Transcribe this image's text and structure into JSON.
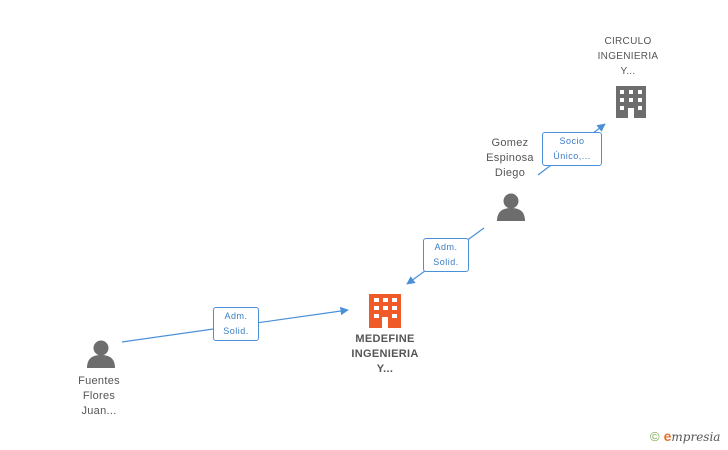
{
  "nodes": {
    "circulo": {
      "type": "company",
      "lines": [
        "CIRCULO",
        "INGENIERIA",
        "Y..."
      ]
    },
    "gomez": {
      "type": "person",
      "lines": [
        "Gomez",
        "Espinosa",
        "Diego"
      ]
    },
    "medefine": {
      "type": "company-focus",
      "lines": [
        "MEDEFINE",
        "INGENIERIA",
        "Y..."
      ]
    },
    "fuentes": {
      "type": "person",
      "lines": [
        "Fuentes",
        "Flores",
        "Juan..."
      ]
    }
  },
  "edges": {
    "gomez_to_circulo": {
      "lines": [
        "Socio",
        "Único,..."
      ]
    },
    "gomez_to_medefine": {
      "lines": [
        "Adm.",
        "Solid."
      ]
    },
    "fuentes_to_medefine": {
      "lines": [
        "Adm.",
        "Solid."
      ]
    }
  },
  "watermark": {
    "copyright": "©",
    "brand_initial": "e",
    "brand_rest": "mpresia"
  },
  "colors": {
    "edge": "#4a90d9",
    "person_icon": "#6d6d6d",
    "company_icon": "#6d6d6d",
    "focus_company_icon": "#f05a28"
  }
}
